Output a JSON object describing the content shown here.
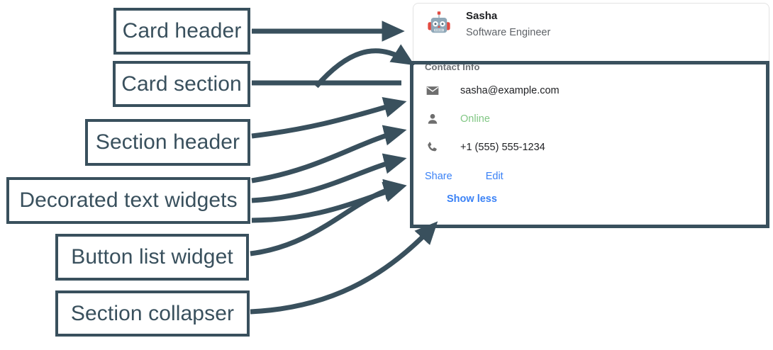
{
  "annotations": [
    {
      "id": "card-header",
      "label": "Card header"
    },
    {
      "id": "card-section",
      "label": "Card section"
    },
    {
      "id": "section-header",
      "label": "Section header"
    },
    {
      "id": "decorated-text-widgets",
      "label": "Decorated text widgets"
    },
    {
      "id": "button-list-widget",
      "label": "Button list widget"
    },
    {
      "id": "section-collapser",
      "label": "Section collapser"
    }
  ],
  "card": {
    "header": {
      "avatar_icon": "robot-avatar-icon",
      "title": "Sasha",
      "subtitle": "Software Engineer"
    },
    "section": {
      "header": "Contact Info",
      "rows": [
        {
          "icon": "email-icon",
          "text": "sasha@example.com",
          "status": false
        },
        {
          "icon": "person-icon",
          "text": "Online",
          "status": true
        },
        {
          "icon": "phone-icon",
          "text": "+1 (555) 555-1234",
          "status": false
        }
      ],
      "buttons": [
        {
          "label": "Share"
        },
        {
          "label": "Edit"
        }
      ],
      "collapser": {
        "label": "Show less"
      }
    }
  },
  "colors": {
    "annotation": "#39505d",
    "link_blue": "#3b82f6",
    "status_green": "#81c784",
    "icon_gray": "#6e6e6e",
    "subtitle_gray": "#5f6368",
    "section_header_gray": "#6b6f73",
    "card_border": "#e3e3e3",
    "robot_body": "#8fa8b8",
    "robot_accent": "#e24b41"
  }
}
